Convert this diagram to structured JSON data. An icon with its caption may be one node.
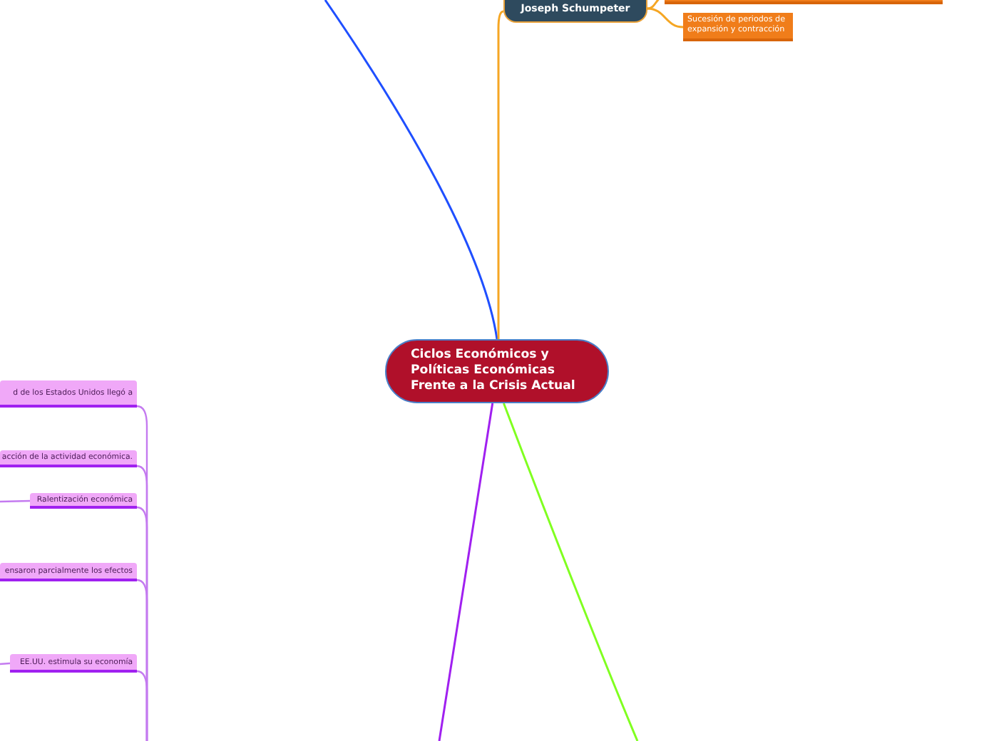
{
  "diagram": {
    "nodes": [
      {
        "text": [
          "Ciclos Económicos y Políticas Económicas Frente a la Crisis Actual"
        ]
      },
      {
        "text": [
          "Joseph Schumpeter"
        ]
      },
      {
        "text": [],
        "shape": "bar"
      },
      {
        "text": [
          "Sucesión de periodos de expansión y contracción"
        ]
      },
      {
        "text": [
          "d de los Estados Unidos llegó a"
        ]
      },
      {
        "text": [
          "acción de la actividad económica."
        ]
      },
      {
        "text": [
          "Ralentización económica"
        ]
      },
      {
        "text": [
          "ensaron parcialmente los efectos"
        ]
      },
      {
        "text": [
          "EE.UU. estimula su economía"
        ]
      }
    ],
    "edges": [
      {
        "from": null,
        "to": 0,
        "arrow": "none",
        "color": "#1f4fff"
      },
      {
        "from": 0,
        "to": 1,
        "arrow": "none",
        "color": "#f5a623"
      },
      {
        "from": 1,
        "to": 2,
        "arrow": "none",
        "color": "#f5a623"
      },
      {
        "from": 1,
        "to": 3,
        "arrow": "none",
        "color": "#f5a623"
      },
      {
        "from": 0,
        "to": null,
        "arrow": "none",
        "color": "#a020f0"
      },
      {
        "from": 0,
        "to": null,
        "arrow": "none",
        "color": "#80ff20"
      },
      {
        "from": null,
        "to": 4,
        "arrow": "none"
      },
      {
        "from": null,
        "to": 5,
        "arrow": "none"
      },
      {
        "from": null,
        "to": 6,
        "arrow": "none"
      },
      {
        "from": null,
        "to": 7,
        "arrow": "none"
      },
      {
        "from": null,
        "to": 8,
        "arrow": "none"
      },
      {
        "from": 6,
        "to": null,
        "arrow": "none"
      },
      {
        "from": 8,
        "to": null,
        "arrow": "none"
      }
    ]
  }
}
